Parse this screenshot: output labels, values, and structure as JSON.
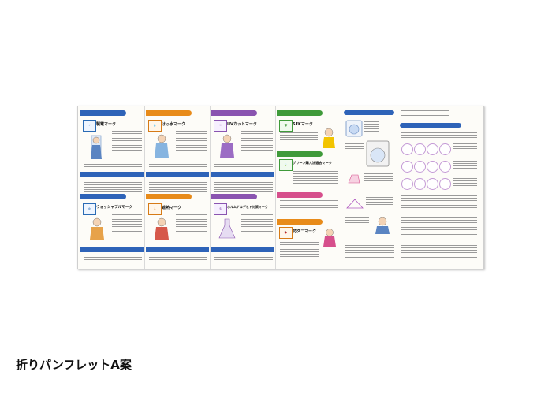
{
  "caption": "折りパンフレットA案",
  "colors": {
    "blue": "#2e63b8",
    "green": "#3f9a3a",
    "orange": "#e88b1a",
    "purple": "#8a54b0",
    "pink": "#d64f8c",
    "yellow": "#f2c400"
  },
  "brochure": {
    "marks": [
      {
        "title": "製電マーク"
      },
      {
        "title": "はっ水マーク"
      },
      {
        "title": "UVカットマーク"
      },
      {
        "title": "SEKマーク"
      },
      {
        "title": "グリーン購入法適合マーク"
      },
      {
        "title": "ウォッシャブルマーク"
      },
      {
        "title": "遮熱マーク"
      },
      {
        "title": "ホルムアルデヒド対策マーク"
      },
      {
        "title": "防ダニマーク"
      }
    ],
    "icons": [
      "lightning-icon",
      "droplet-icon",
      "sun-icon",
      "shield-icon",
      "leaf-icon",
      "washing-machine-icon",
      "thermometer-icon",
      "flask-icon",
      "bug-icon",
      "person-illustration-icon"
    ]
  }
}
